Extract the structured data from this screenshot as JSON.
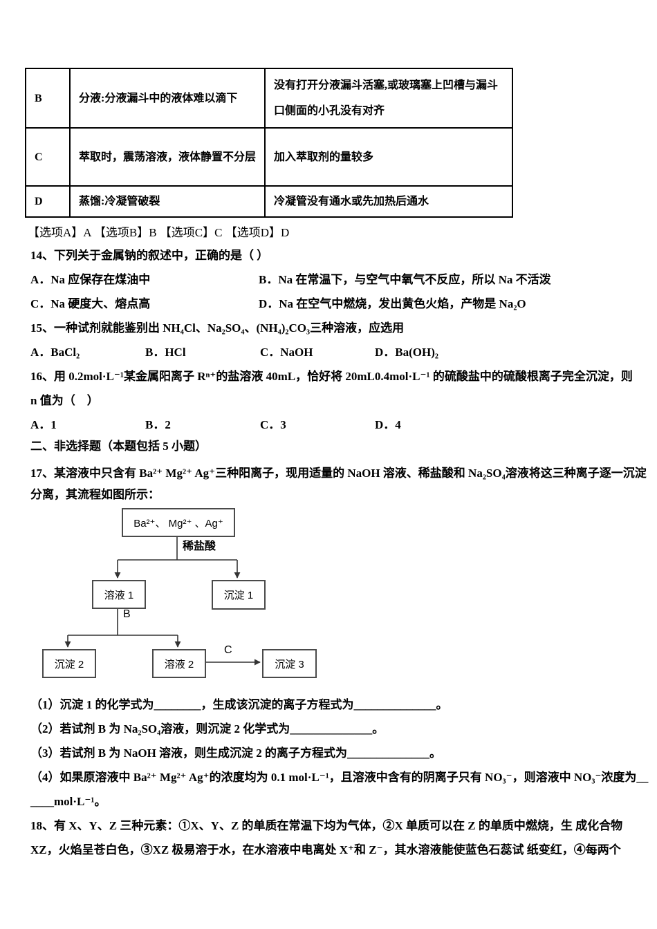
{
  "colors": {
    "text": "#000000",
    "table_border": "#000000",
    "box_border": "#4a4a4a",
    "background": "#ffffff"
  },
  "table": {
    "rows": [
      {
        "option": "B",
        "problem": "分液:分液漏斗中的液体难以滴下",
        "cause": "没有打开分液漏斗活塞,或玻璃塞上凹槽与漏斗口侧面的小孔没有对齐"
      },
      {
        "option": "C",
        "problem": "萃取时，震荡溶液，液体静置不分层",
        "cause": "加入萃取剂的量较多"
      },
      {
        "option": "D",
        "problem": "蒸馏:冷凝管破裂",
        "cause": "冷凝管没有通水或先加热后通水"
      }
    ]
  },
  "answer_key_line": "【选项A】A 【选项B】B 【选项C】C 【选项D】D",
  "q14": {
    "stem": "14、下列关于金属钠的叙述中，正确的是（  ）",
    "options": {
      "a": "A．Na 应保存在煤油中",
      "b": "B．Na 在常温下，与空气中氧气不反应，所以 Na 不活泼",
      "c": "C．Na 硬度大、熔点高",
      "d": "D．Na 在空气中燃烧，发出黄色火焰，产物是 Na₂O"
    }
  },
  "q15": {
    "stem": "15、一种试剂就能鉴别出 NH₄Cl、Na₂SO₄、(NH₄)₂CO₃三种溶液，应选用",
    "options": {
      "a": "A．BaCl₂",
      "b": "B．HCl",
      "c": "C．NaOH",
      "d": "D．Ba(OH)₂"
    }
  },
  "q16": {
    "stem_line1": "16、用 0.2mol·L⁻¹某金属阳离子 Rⁿ⁺的盐溶液 40mL，恰好将 20mL0.4mol·L⁻¹ 的硫酸盐中的硫酸根离子完全沉淀，则",
    "stem_line2": "n 值为（　）",
    "options": {
      "a": "A．1",
      "b": "B．2",
      "c": "C．3",
      "d": "D．4"
    }
  },
  "section2_heading": "二、非选择题（本题包括 5 小题）",
  "q17": {
    "stem_line1": "17、某溶液中只含有 Ba²⁺ Mg²⁺ Ag⁺三种阳离子，现用适量的 NaOH 溶液、稀盐酸和 Na₂SO₄溶液将这三种离子逐一沉淀",
    "stem_line2": "分离，其流程如图所示：",
    "flowchart": {
      "start": "Ba²⁺、 Mg²⁺ 、Ag⁺",
      "reagent1": "稀盐酸",
      "solution1": "溶液 1",
      "precipitate1": "沉淀 1",
      "reagent2": "B",
      "precipitate2": "沉淀 2",
      "solution2": "溶液 2",
      "reagent3": "C",
      "precipitate3": "沉淀 3"
    },
    "sub1": "（1）沉淀 1 的化学式为________，生成该沉淀的离子方程式为______________。",
    "sub2": "（2）若试剂 B 为 Na₂SO₄溶液，则沉淀 2 化学式为______________。",
    "sub3": "（3）若试剂 B 为 NaOH 溶液，则生成沉淀 2 的离子方程式为______________。",
    "sub4_line1": "（4）如果原溶液中 Ba²⁺ Mg²⁺ Ag⁺的浓度均为 0.1 mol·L⁻¹，且溶液中含有的阴离子只有 NO₃⁻，则溶液中 NO₃⁻浓度为__",
    "sub4_line2": "____mol·L⁻¹。"
  },
  "q18": {
    "stem_line1": "18、有 X、Y、Z 三种元素：①X、Y、Z 的单质在常温下均为气体，②X 单质可以在 Z 的单质中燃烧，生 成化合物",
    "stem_line2": "XZ，火焰呈苍白色，③XZ 极易溶于水，在水溶液中电离处 X⁺和 Z⁻，其水溶液能使蓝色石蕊试 纸变红，④每两个"
  }
}
